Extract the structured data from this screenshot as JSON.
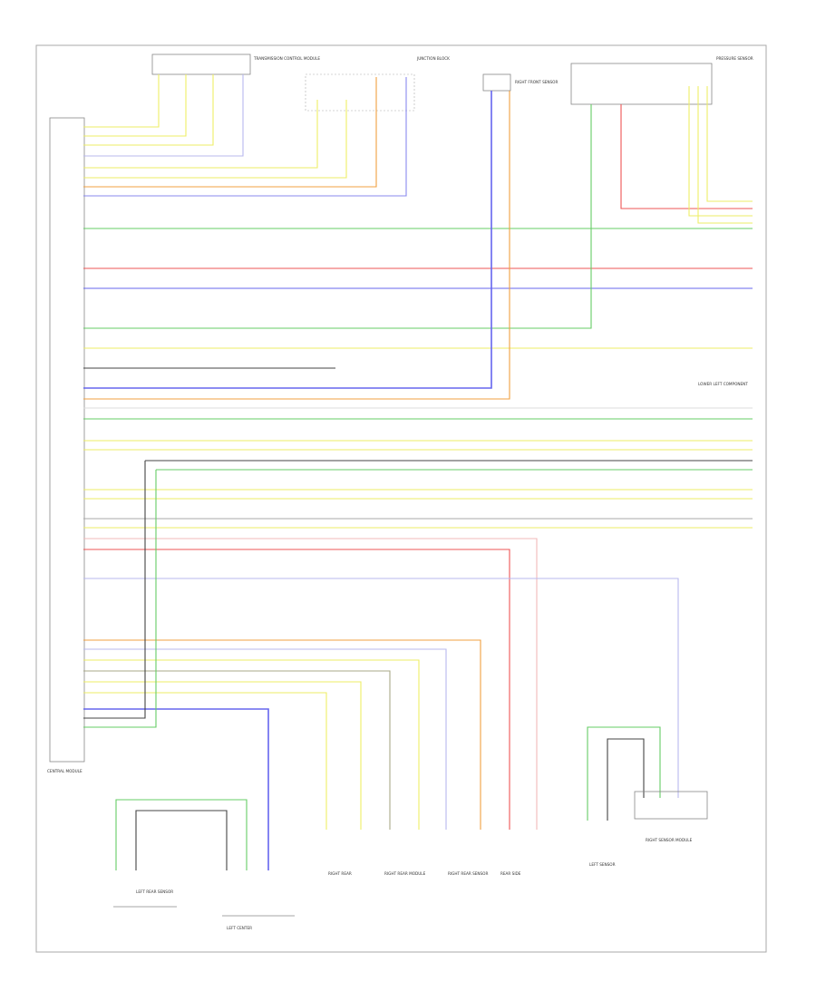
{
  "diagram": {
    "title": "",
    "footer_code": "",
    "colors": {
      "wire_green": "#66cc66",
      "wire_yellow": "#eeee66",
      "wire_pale_yellow": "#f2f2a8",
      "wire_red": "#ee4444",
      "wire_blue": "#6666ee",
      "wire_orange": "#f0a040",
      "wire_black": "#444444",
      "wire_pink": "#f2b8b8",
      "wire_gray": "#aaaaaa",
      "wire_lavender": "#b8b8ee",
      "frame": "#aaaaaa"
    },
    "components": {
      "transmission_sensor": "TRANSMISSION CONTROL MODULE",
      "top_connector": "",
      "right_front_sensor": "RIGHT FRONT SENSOR",
      "junction_block": "JUNCTION BLOCK",
      "pressure_sensor": "PRESSURE SENSOR",
      "central_module": "CENTRAL MODULE",
      "lower_left_component": "LOWER LEFT COMPONENT",
      "left_rear_sensor": "LEFT REAR SENSOR",
      "left_center": "LEFT CENTER",
      "right_rear": "RIGHT REAR",
      "right_rear_module": "RIGHT REAR MODULE",
      "right_rear_sensor": "RIGHT REAR SENSOR",
      "rear_side": "REAR SIDE",
      "left_sensor": "LEFT SENSOR",
      "right_sensor_module": "RIGHT SENSOR MODULE"
    }
  }
}
